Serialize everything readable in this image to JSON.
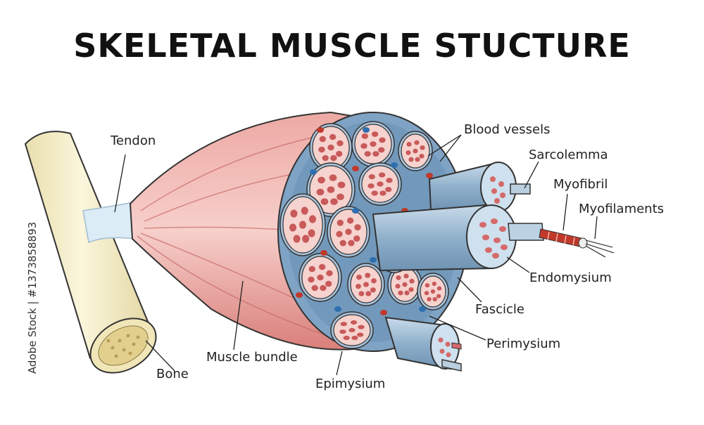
{
  "title": "SKELETAL MUSCLE STUCTURE",
  "stock_id": "Adobe Stock | #1373858893",
  "labels": {
    "tendon": "Tendon",
    "bone": "Bone",
    "muscle_bundle": "Muscle bundle",
    "epimysium": "Epimysium",
    "blood_vessels": "Blood vessels",
    "sarcolemma": "Sarcolemma",
    "myofibril": "Myofibril",
    "myofilaments": "Myofilaments",
    "endomysium": "Endomysium",
    "fascicle": "Fascicle",
    "perimysium": "Perimysium"
  },
  "colors": {
    "bone": "#f3ecc7",
    "muscle": "#e79a96",
    "perimysium": "#7fa3c4",
    "fascicle_fill": "#f6d3cf",
    "fiber": "#c85a5a",
    "vessel_red": "#c0392b",
    "vessel_blue": "#2e6fb0",
    "tube": "#9db7cf"
  }
}
